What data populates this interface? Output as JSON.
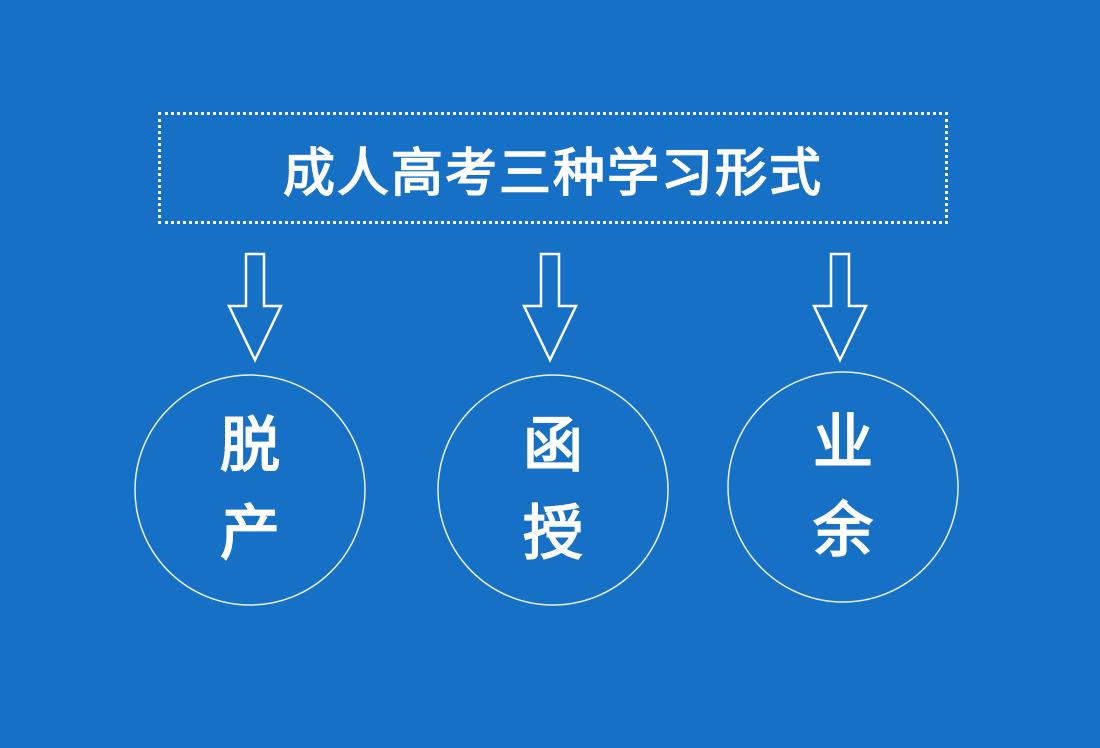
{
  "title": "成人高考三种学习形式",
  "colors": {
    "background": "#1570c6",
    "foreground": "#ffffff"
  },
  "forms": [
    {
      "line1": "脱",
      "line2": "产"
    },
    {
      "line1": "函",
      "line2": "授"
    },
    {
      "line1": "业",
      "line2": "余"
    }
  ]
}
